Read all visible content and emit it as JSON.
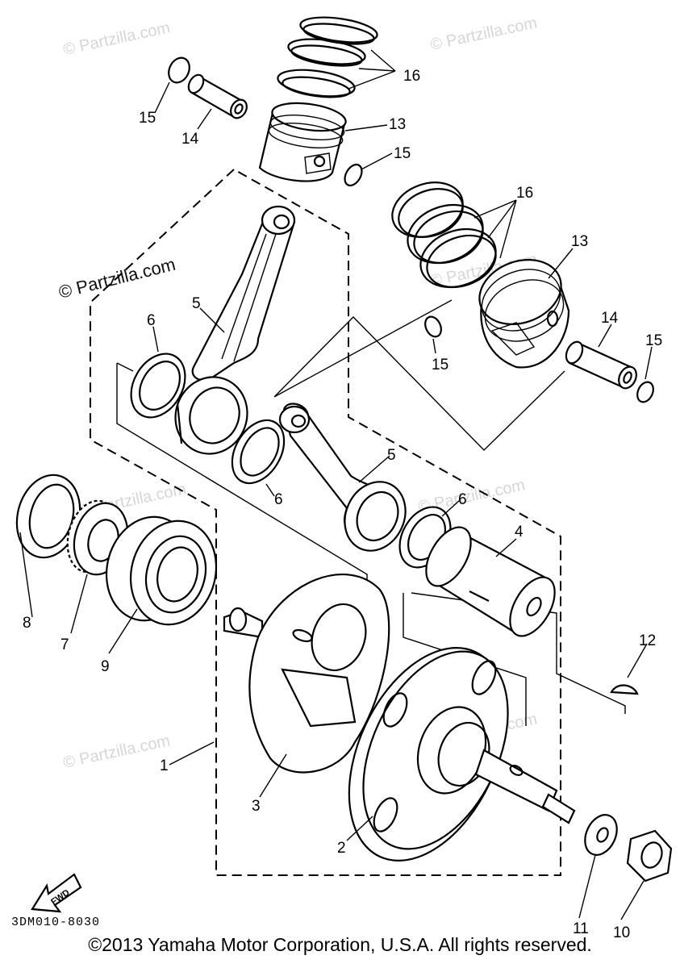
{
  "watermarks": [
    "© Partzilla.com",
    "© Partzilla.com",
    "© Partzilla.com",
    "© Partzilla.com",
    "© Partzilla.com",
    "© Partzilla.com",
    "© Partzilla.com",
    "© Partzilla.com"
  ],
  "callouts": {
    "c1": "1",
    "c2": "2",
    "c3": "3",
    "c4": "4",
    "c5a": "5",
    "c5b": "5",
    "c6a": "6",
    "c6b": "6",
    "c6c": "6",
    "c7": "7",
    "c8": "8",
    "c9": "9",
    "c10": "10",
    "c11": "11",
    "c12": "12",
    "c13a": "13",
    "c13b": "13",
    "c14a": "14",
    "c14b": "14",
    "c15a": "15",
    "c15b": "15",
    "c15c": "15",
    "c15d": "15",
    "c16a": "16",
    "c16b": "16"
  },
  "fwd_label": "FWD",
  "diagram_code": "3DM010-8030",
  "copyright": "©2013 Yamaha Motor Corporation, U.S.A. All rights reserved."
}
